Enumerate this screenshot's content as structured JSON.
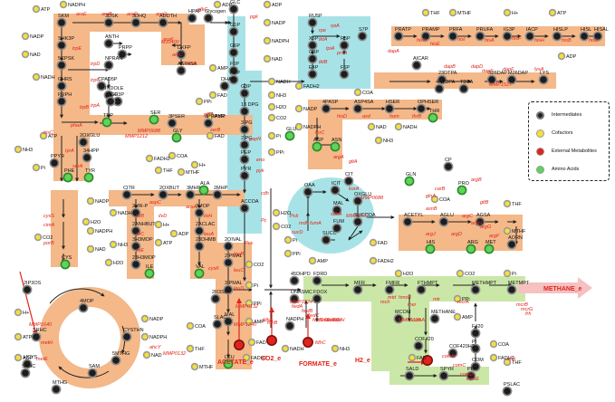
{
  "legend": {
    "items": [
      {
        "label": "Intermediates",
        "color": "#222222",
        "kind": "intermediate"
      },
      {
        "label": "Cofactors",
        "color": "#f3e03a",
        "kind": "cofactor"
      },
      {
        "label": "External Metabolites",
        "color": "#e2231a",
        "kind": "external"
      },
      {
        "label": "Amino Acids",
        "color": "#5fd35a",
        "kind": "amino"
      }
    ]
  },
  "external_metabolites": {
    "acetate": "ACETATE_e",
    "co2": "CO2_e",
    "formate": "FORMATE_e",
    "h2": "H2_e",
    "methane": "METHANE_e"
  },
  "nodes": {
    "intermediates": [
      "SKM",
      "3DSK",
      "3DHQ",
      "ADDTH",
      "HPAP",
      "DKFP",
      "ASP4SA",
      "SHK3P",
      "5CPSK",
      "CHRS",
      "PRPH",
      "ANTH",
      "PRPP",
      "NPRAN",
      "CPAD5P",
      "INDOLE",
      "G3P",
      "IJGP",
      "2OXGLU",
      "3PSER",
      "3PHPYR",
      "34HPP",
      "PPYR",
      "GLC",
      "G1P",
      "Glycogen",
      "G6P",
      "F6P",
      "FDP",
      "DHAP",
      "G3P",
      "13 DPG",
      "3 PG",
      "2 PG",
      "PEP",
      "PYR",
      "RU5P",
      "X5P",
      "R5P",
      "S7P",
      "G3P",
      "E4P",
      "F6P",
      "AICAR",
      "4HTDPA",
      "TDPA",
      "23DTPA",
      "S26DAP",
      "M26DAP",
      "LYS",
      "PRATP",
      "PRAMP",
      "PRFA",
      "PRUFA",
      "IG3P",
      "IACP",
      "HISLP",
      "HISL",
      "HISAL",
      "4PASP",
      "ASP4SA",
      "HSER",
      "OPHSER",
      "ACCOA",
      "OAA",
      "MAL",
      "FUM",
      "SUCC",
      "SUCCOA",
      "OXGLU",
      "ICIT",
      "CIT",
      "CP",
      "ACETYL",
      "AGLU",
      "AGSA",
      "AORN",
      "CITR",
      "2OXBUT",
      "3MHP",
      "2MHP",
      "2MR-P",
      "2ANHBUT",
      "3H3MOP",
      "23H3MOP",
      "3MOP",
      "2ACLAC",
      "23DHMB",
      "2OIVAL",
      "2IPMAL",
      "3IPMAL",
      "2R3SIP",
      "MAL",
      "2IP3OS",
      "4MOP",
      "CYSTHN",
      "SAM",
      "SAHC",
      "SRHC",
      "HCYS",
      "MTHG",
      "5MTHG",
      "45DHPD",
      "DNASMC",
      "FDRD",
      "FDOX",
      "MFR",
      "FMFR",
      "FTHMPT",
      "METHMPT",
      "METMPT",
      "MCOM",
      "METHANE",
      "COF420",
      "COF420H2",
      "F420",
      "PI",
      "COM",
      "SALD",
      "SPYR",
      "PEP",
      "PSLAC",
      "SLAC",
      "NADPH",
      "Acetate",
      "Formate"
    ],
    "amino_acids": [
      "TRP",
      "SER",
      "GLY",
      "PHE",
      "TYR",
      "GLU",
      "ASP",
      "ASN",
      "THR",
      "ALA",
      "VAL",
      "ILE",
      "LEU",
      "CYS",
      "GLN",
      "PRO",
      "ARG",
      "HIS",
      "MET"
    ],
    "cofactors": [
      "ATP",
      "ADP",
      "NADP",
      "NADPH",
      "NAD",
      "NADH",
      "NH3",
      "H2O",
      "CO2",
      "Pi",
      "PPi",
      "AMP",
      "FAD",
      "FADH2",
      "COA",
      "THF",
      "MTHF",
      "H+"
    ]
  },
  "enzymes": [
    "aroE",
    "aroB",
    "aroD",
    "aroQ",
    "aroC",
    "aroA",
    "aroK",
    "MJ0400",
    "trpE",
    "trpD",
    "trpC",
    "trpA",
    "trpB",
    "pheA",
    "hisC",
    "tyrA",
    "serA",
    "serB",
    "MMP0688",
    "MMP1212",
    "pfkC",
    "pgk",
    "gapN",
    "glpA",
    "eno",
    "pyk",
    "tktA",
    "tktB",
    "prsA",
    "rpe",
    "tpiA",
    "rpiA",
    "dapA",
    "dapB",
    "dapD",
    "dapE",
    "dapF",
    "lysA",
    "MMP1527",
    "hisG",
    "hisE",
    "hisI",
    "hisA",
    "hisF",
    "hisH",
    "hisB",
    "hisC",
    "hisD",
    "asd",
    "hom",
    "thrB",
    "thrC",
    "asnB",
    "gltB",
    "aspC",
    "ilvB",
    "ilvC",
    "ilvD",
    "ilvE",
    "ilvH",
    "leuA",
    "leuB",
    "leuC",
    "leuD",
    "MMP0132",
    "MMP1240",
    "cysK",
    "cysS",
    "cimA",
    "porB",
    "acsA",
    "cdh",
    "Pcx",
    "Pc",
    "Pcb",
    "mdh",
    "fumA",
    "sdhA",
    "sucD",
    "MMP1072",
    "MMP0688",
    "korA",
    "gltA",
    "argA",
    "argB",
    "argC",
    "argD",
    "argF",
    "argG",
    "argH",
    "argJ",
    "carB",
    "glnA",
    "MMP1640",
    "MMP0132",
    "ahcY",
    "metE",
    "metH",
    "fdhA",
    "fdhB",
    "fdhC",
    "fwdA",
    "fwdB",
    "fwdC",
    "fwdD",
    "fwdE",
    "fwdF",
    "fwdG",
    "fwdH",
    "ftr",
    "mch",
    "mtd",
    "hmdII",
    "mer",
    "mtr",
    "mcrA",
    "mcrB",
    "mcrG",
    "frh",
    "comA",
    "comB",
    "comC",
    "comD",
    "comE",
    "ehb",
    "MMP1135",
    "MMP1524"
  ]
}
